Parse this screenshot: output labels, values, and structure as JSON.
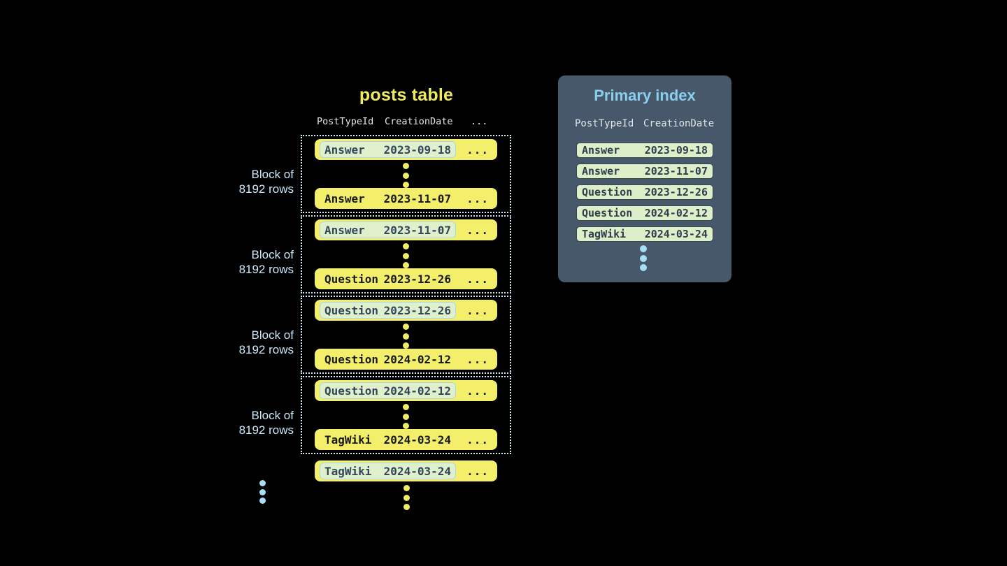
{
  "colors": {
    "background": "#000000",
    "row_yellow": "#f4ef6a",
    "title_yellow": "#efeb5e",
    "highlight_mint": "#e0f0cd",
    "highlight_border_blue": "#a9d8e8",
    "highlight_text": "#33475c",
    "row_text_dark": "#17191d",
    "block_border_dotted": "#d6eaf2",
    "block_label_blue": "#cbe9fb",
    "panel_slate": "#46586a",
    "panel_title_blue": "#8bcfee",
    "index_row_mint": "#ddefc9",
    "index_row_border": "#36444f",
    "dot_blue": "#a9ddf2",
    "dot_yellow": "#f0eb66"
  },
  "posts_table": {
    "title": "posts table",
    "headers": {
      "col1": "PostTypeId",
      "col2": "CreationDate",
      "more": "..."
    },
    "block_label": {
      "line1": "Block of",
      "line2": "8192 rows"
    },
    "ellipsis": "...",
    "blocks": [
      {
        "first": {
          "type": "Answer",
          "date": "2023-09-18"
        },
        "last": {
          "type": "Answer",
          "date": "2023-11-07"
        }
      },
      {
        "first": {
          "type": "Answer",
          "date": "2023-11-07"
        },
        "last": {
          "type": "Question",
          "date": "2023-12-26"
        }
      },
      {
        "first": {
          "type": "Question",
          "date": "2023-12-26"
        },
        "last": {
          "type": "Question",
          "date": "2024-02-12"
        }
      },
      {
        "first": {
          "type": "Question",
          "date": "2024-02-12"
        },
        "last": {
          "type": "TagWiki",
          "date": "2024-03-24"
        }
      }
    ],
    "overflow_row": {
      "type": "TagWiki",
      "date": "2024-03-24"
    }
  },
  "primary_index": {
    "title": "Primary index",
    "headers": {
      "col1": "PostTypeId",
      "col2": "CreationDate"
    },
    "rows": [
      {
        "type": "Answer",
        "date": "2023-09-18"
      },
      {
        "type": "Answer",
        "date": "2023-11-07"
      },
      {
        "type": "Question",
        "date": "2023-12-26"
      },
      {
        "type": "Question",
        "date": "2024-02-12"
      },
      {
        "type": "TagWiki",
        "date": "2024-03-24"
      }
    ]
  }
}
